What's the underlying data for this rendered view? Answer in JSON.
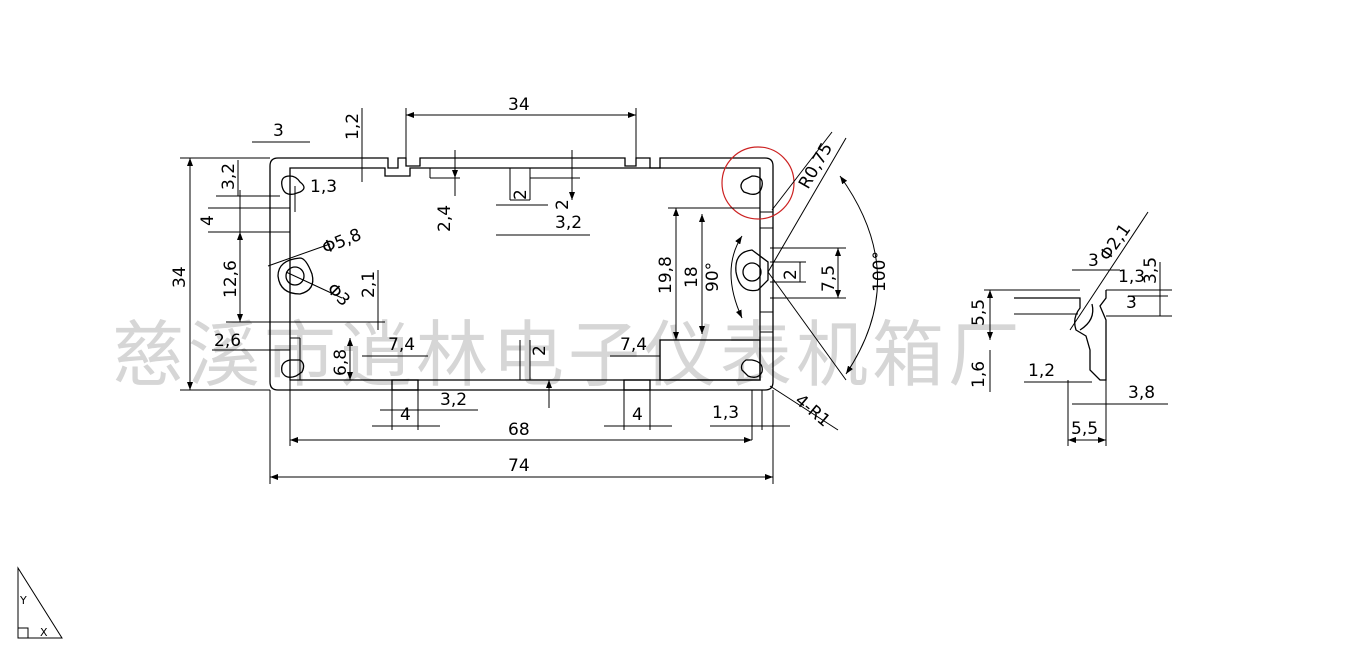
{
  "watermark": "慈溪市逍林电子仪表机箱厂",
  "colors": {
    "line": "#000000",
    "highlight": "#cc2222",
    "watermark": "#d6d6d6"
  },
  "main_dims": {
    "top_width": "34",
    "top_gap": "1,2",
    "left_3": "3",
    "left_3_2": "3,2",
    "left_1_3": "1,3",
    "rib_2_4": "2,4",
    "rib_2": "2",
    "rib_3_2": "3,2",
    "left_4": "4",
    "left_12_6": "12,6",
    "height_34": "34",
    "hole_dia_5_8": "Φ5,8",
    "hole_dia_3": "Φ3",
    "slot_2_1": "2,1",
    "left_2_6": "2,6",
    "slot_6_8": "6,8",
    "slot_7_4_left": "7,4",
    "center_2": "2",
    "slot_7_4_right": "7,4",
    "bottom_4_left": "4",
    "bottom_3_2": "3,2",
    "bottom_4_right": "4",
    "bottom_1_3": "1,3",
    "inner_68": "68",
    "outer_74": "74",
    "right_19_8": "19,8",
    "right_18": "18",
    "right_angle_90": "90°",
    "right_2": "2",
    "right_7_5": "7,5",
    "angle_100": "100°",
    "radius_r0_75": "R0,75",
    "radius_4_r1": "4-R1"
  },
  "detail_dims": {
    "dia_2_1": "Φ2,1",
    "d_3": "3",
    "d_1_3": "1,3",
    "d_3_5": "3,5",
    "d_3b": "3",
    "d_5_5_side": "5,5",
    "d_1_6": "1,6",
    "d_1_2": "1,2",
    "d_3_8": "3,8",
    "d_5_5_bottom": "5,5"
  },
  "ucs_icon": {
    "x_label": "X",
    "y_label": "Y"
  }
}
